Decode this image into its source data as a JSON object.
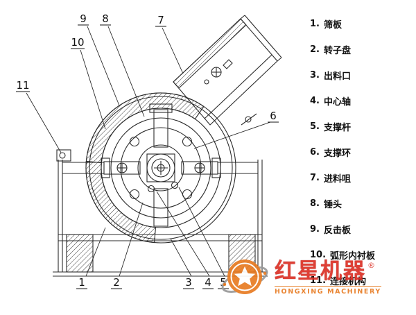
{
  "diagram": {
    "callouts": {
      "c1": "1",
      "c2": "2",
      "c3": "3",
      "c4": "4",
      "c5": "5",
      "c6": "6",
      "c7": "7",
      "c8": "8",
      "c9": "9",
      "c10": "10",
      "c11": "11"
    }
  },
  "legend": {
    "items": [
      {
        "num": "1.",
        "label": "筛板"
      },
      {
        "num": "2.",
        "label": "转子盘"
      },
      {
        "num": "3.",
        "label": "出料口"
      },
      {
        "num": "4.",
        "label": "中心轴"
      },
      {
        "num": "5.",
        "label": "支撑杆"
      },
      {
        "num": "6.",
        "label": "支撑环"
      },
      {
        "num": "7.",
        "label": "进料咀"
      },
      {
        "num": "8.",
        "label": "锤头"
      },
      {
        "num": "9.",
        "label": "反击板"
      },
      {
        "num": "10.",
        "label": "弧形内衬板"
      },
      {
        "num": "11.",
        "label": "连接机构"
      }
    ]
  },
  "watermark": {
    "brand": "红星机器",
    "reg": "®",
    "subtitle": "HONGXING MACHINERY"
  }
}
